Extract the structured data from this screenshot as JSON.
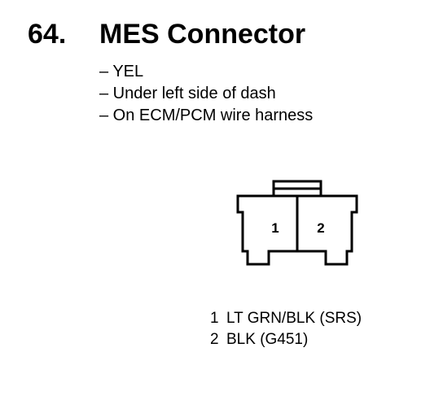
{
  "heading": {
    "number": "64.",
    "title": "MES Connector"
  },
  "details": [
    "– YEL",
    "– Under left side of dash",
    "– On ECM/PCM wire harness"
  ],
  "connector": {
    "cavities": [
      {
        "label": "1"
      },
      {
        "label": "2"
      }
    ]
  },
  "pins": [
    {
      "number": "1",
      "wire": "LT GRN/BLK (SRS)"
    },
    {
      "number": "2",
      "wire": "BLK (G451)"
    }
  ]
}
